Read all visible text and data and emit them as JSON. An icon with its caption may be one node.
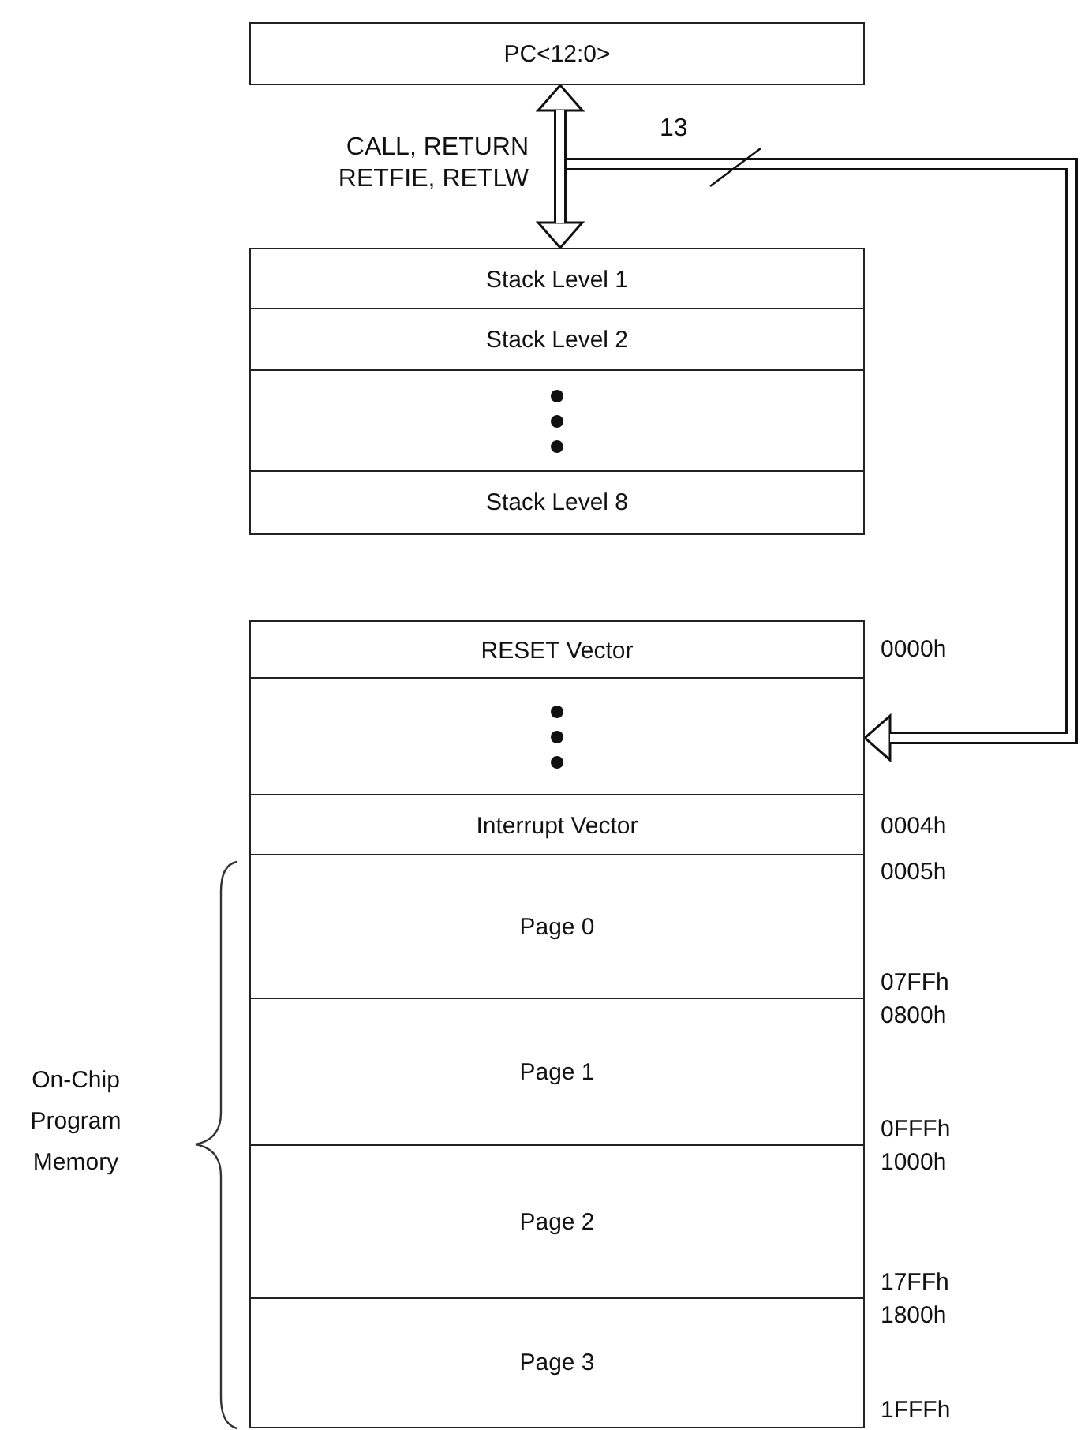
{
  "diagram": {
    "nodes": [
      {
        "text": [
          "PC<12:0>"
        ]
      },
      {
        "text": [
          "Stack Level 1"
        ]
      },
      {
        "text": [
          "Stack Level 2"
        ]
      },
      {
        "text": [],
        "shape": "box"
      },
      {
        "text": [
          "Stack Level 8"
        ]
      },
      {
        "text": [
          "RESET Vector"
        ],
        "beside": [
          "0000h"
        ]
      },
      {
        "text": [],
        "shape": "box"
      },
      {
        "text": [
          "Interrupt Vector"
        ],
        "beside": [
          "0004h"
        ]
      },
      {
        "text": [
          "Page 0"
        ],
        "beside": [
          "0005h",
          "07FFh"
        ]
      },
      {
        "text": [
          "Page 1"
        ],
        "beside": [
          "0800h",
          "0FFFh"
        ]
      },
      {
        "text": [
          "Page 2"
        ],
        "beside": [
          "1000h",
          "17FFh"
        ]
      },
      {
        "text": [
          "Page 3"
        ],
        "beside": [
          "1800h",
          "1FFFh"
        ]
      }
    ],
    "edges": [
      {
        "from": 0,
        "to": 1,
        "arrow": "both",
        "label": "CALL, RETURN RETFIE, RETLW"
      },
      {
        "from": 0,
        "to": 6,
        "arrow": "to",
        "label": "13"
      }
    ],
    "labels": [
      "On-Chip Program Memory"
    ]
  }
}
